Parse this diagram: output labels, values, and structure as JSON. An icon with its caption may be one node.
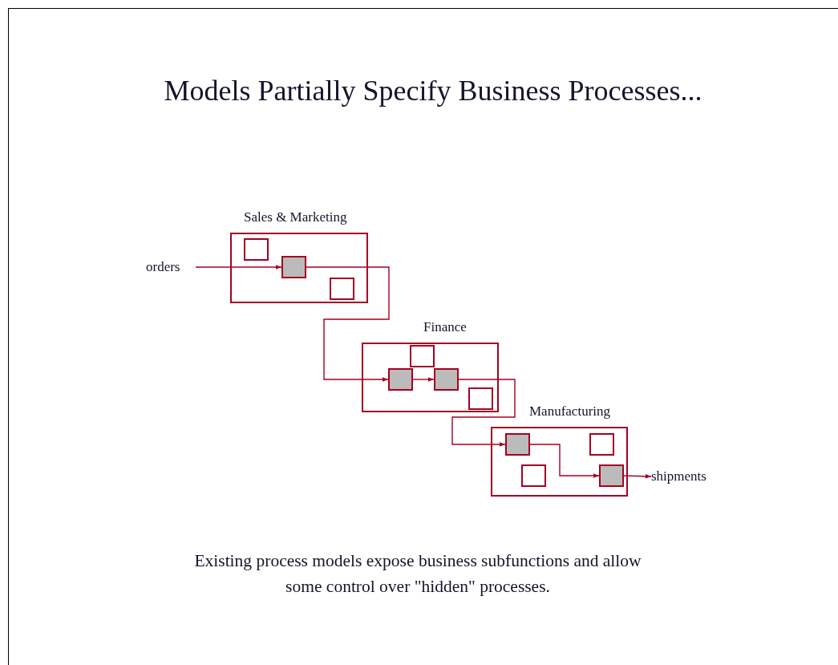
{
  "diagram": {
    "title": "Models Partially Specify Business Processes...",
    "caption": "Existing process models expose business subfunctions and allow some control over \"hidden\" processes.",
    "nodes": [
      {
        "text": [
          "Sales & Marketing"
        ]
      },
      {
        "text": [],
        "shape": "box",
        "in": 0
      },
      {
        "text": [],
        "shape": "block",
        "in": 0
      },
      {
        "text": [],
        "shape": "box",
        "in": 0
      },
      {
        "text": [
          "Finance"
        ]
      },
      {
        "text": [],
        "shape": "box",
        "in": 4
      },
      {
        "text": [],
        "shape": "block",
        "in": 4
      },
      {
        "text": [],
        "shape": "block",
        "in": 4
      },
      {
        "text": [],
        "shape": "box",
        "in": 4
      },
      {
        "text": [
          "Manufacturing"
        ]
      },
      {
        "text": [],
        "shape": "block",
        "in": 9
      },
      {
        "text": [],
        "shape": "box",
        "in": 9
      },
      {
        "text": [],
        "shape": "box",
        "in": 9
      },
      {
        "text": [],
        "shape": "block",
        "in": 9
      },
      {
        "text": [
          "orders"
        ]
      },
      {
        "text": [
          "shipments"
        ]
      }
    ],
    "edges": [
      {
        "from": 14,
        "to": 2,
        "arrow": "to"
      },
      {
        "from": 2,
        "to": 6,
        "arrow": "to"
      },
      {
        "from": 6,
        "to": 7,
        "arrow": "to"
      },
      {
        "from": 7,
        "to": 10,
        "arrow": "to"
      },
      {
        "from": 10,
        "to": 13,
        "arrow": "to"
      },
      {
        "from": 13,
        "to": 15,
        "arrow": "to"
      }
    ]
  }
}
